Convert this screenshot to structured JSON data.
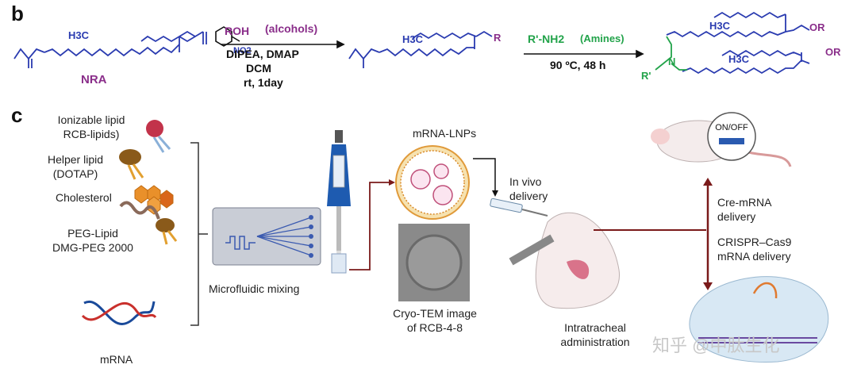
{
  "panel_b": {
    "letter": "b",
    "nra_label": "NRA",
    "start_h3c": "H3C",
    "start_no2": "NO2",
    "step1": {
      "reagent": "ROH",
      "reagent_note": "(alcohols)",
      "line1": "DIPEA, DMAP",
      "line2": "DCM",
      "line3": "rt, 1day"
    },
    "inter_h3c": "H3C",
    "inter_r": "R",
    "step2": {
      "reagent": "R'-NH2",
      "reagent_note": "(Amines)",
      "conditions": "90 ºC, 48 h"
    },
    "product_h3c_top": "H3C",
    "product_h3c_bottom": "H3C",
    "product_or_top": "OR",
    "product_or_bottom": "OR",
    "product_amine": "R'",
    "product_n": "N",
    "colors": {
      "chain": "#2a3bb0",
      "reagent1": "#8a2e8a",
      "reagent2": "#22a34a"
    }
  },
  "panel_c": {
    "letter": "c",
    "components": [
      {
        "label": "Ionizable lipid\nRCB-lipids)"
      },
      {
        "label": "Helper lipid\n(DOTAP)"
      },
      {
        "label": "Cholesterol"
      },
      {
        "label": "PEG-Lipid\nDMG-PEG 2000"
      },
      {
        "label": "mRNA"
      }
    ],
    "microfluidic_label": "Microfluidic mixing",
    "lnp_label": "mRNA-LNPs",
    "cryo_label": "Cryo-TEM image\nof RCB-4-8",
    "invivo_label": "In vivo\ndelivery",
    "intratracheal_label": "Intratracheal\nadministration",
    "onoff_label": "ON/OFF",
    "cre_label": "Cre-mRNA\ndelivery",
    "crispr_label": "CRISPR–Cas9\nmRNA delivery",
    "watermark": "知乎 @中肽生化"
  }
}
